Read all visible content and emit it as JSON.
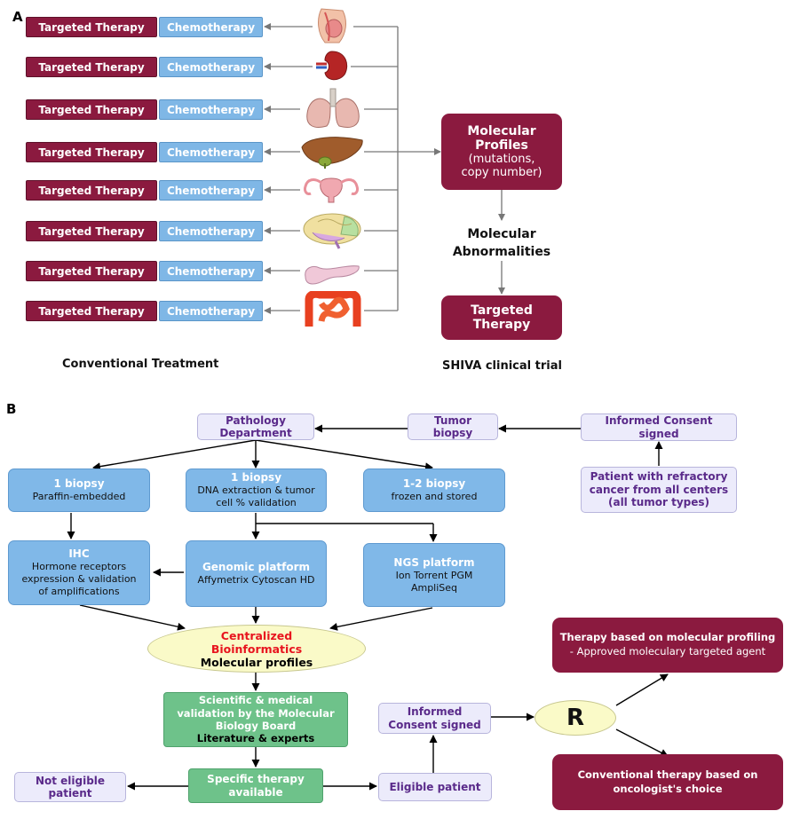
{
  "panelA": {
    "letter": "A",
    "rows": [
      {
        "targeted": "Targeted Therapy",
        "chemo": "Chemotherapy",
        "organ": "breast-icon"
      },
      {
        "targeted": "Targeted Therapy",
        "chemo": "Chemotherapy",
        "organ": "kidney-icon"
      },
      {
        "targeted": "Targeted Therapy",
        "chemo": "Chemotherapy",
        "organ": "lungs-icon"
      },
      {
        "targeted": "Targeted Therapy",
        "chemo": "Chemotherapy",
        "organ": "liver-icon"
      },
      {
        "targeted": "Targeted Therapy",
        "chemo": "Chemotherapy",
        "organ": "uterus-icon"
      },
      {
        "targeted": "Targeted Therapy",
        "chemo": "Chemotherapy",
        "organ": "brain-icon"
      },
      {
        "targeted": "Targeted Therapy",
        "chemo": "Chemotherapy",
        "organ": "pancreas-icon"
      },
      {
        "targeted": "Targeted Therapy",
        "chemo": "Chemotherapy",
        "organ": "colon-icon"
      }
    ],
    "molecular_profiles_title": "Molecular Profiles",
    "molecular_profiles_sub1": "(mutations,",
    "molecular_profiles_sub2": "copy number)",
    "molecular_abn_1": "Molecular",
    "molecular_abn_2": "Abnormalities",
    "targeted_1": "Targeted",
    "targeted_2": "Therapy",
    "caption_left": "Conventional Treatment",
    "caption_right": "SHIVA clinical trial"
  },
  "panelB": {
    "letter": "B",
    "pathology_1": "Pathology",
    "pathology_2": "Department",
    "tumor_1": "Tumor",
    "tumor_2": "biopsy",
    "consent_top_1": "Informed Consent",
    "consent_top_2": "signed",
    "patient_1": "Patient with refractory",
    "patient_2": "cancer from all centers",
    "patient_3": "(all tumor types)",
    "biopsy1_hd": "1 biopsy",
    "biopsy1_sub": "Paraffin-embedded",
    "biopsy2_hd": "1 biopsy",
    "biopsy2_sub1": "DNA extraction & tumor",
    "biopsy2_sub2": "cell % validation",
    "biopsy3_hd": "1-2 biopsy",
    "biopsy3_sub": "frozen and stored",
    "ihc_hd": "IHC",
    "ihc_1": "Hormone receptors",
    "ihc_2": "expression & validation",
    "ihc_3": "of amplifications",
    "genomic_hd": "Genomic  platform",
    "genomic_sub": "Affymetrix Cytoscan HD",
    "ngs_hd": "NGS platform",
    "ngs_1": "Ion Torrent PGM",
    "ngs_2": "AmpliSeq",
    "central_1": "Centralized",
    "central_2": "Bioinformatics",
    "central_3": "Molecular profiles",
    "sci_1": "Scientific  & medical",
    "sci_2": "validation by the Molecular",
    "sci_3": "Biology Board",
    "sci_4": "Literature & experts",
    "specific_1": "Specific therapy",
    "specific_2": "available",
    "not_eligible_1": "Not eligible",
    "not_eligible_2": "patient",
    "eligible": "Eligible patient",
    "consent_mid_1": "Informed",
    "consent_mid_2": "Consent signed",
    "r_label": "R",
    "therapy_mol_1": "Therapy based on molecular profiling",
    "therapy_mol_2": "- Approved moleculary targeted agent",
    "therapy_conv_1": "Conventional therapy based on",
    "therapy_conv_2": "oncologist's choice"
  },
  "colors": {
    "maroon": "#8b1a3f",
    "blue": "#7fb7e6",
    "lavender": "#ecebfb",
    "green": "#6ec28a",
    "ellipse": "#fafac8",
    "red_text": "#e8141e"
  }
}
